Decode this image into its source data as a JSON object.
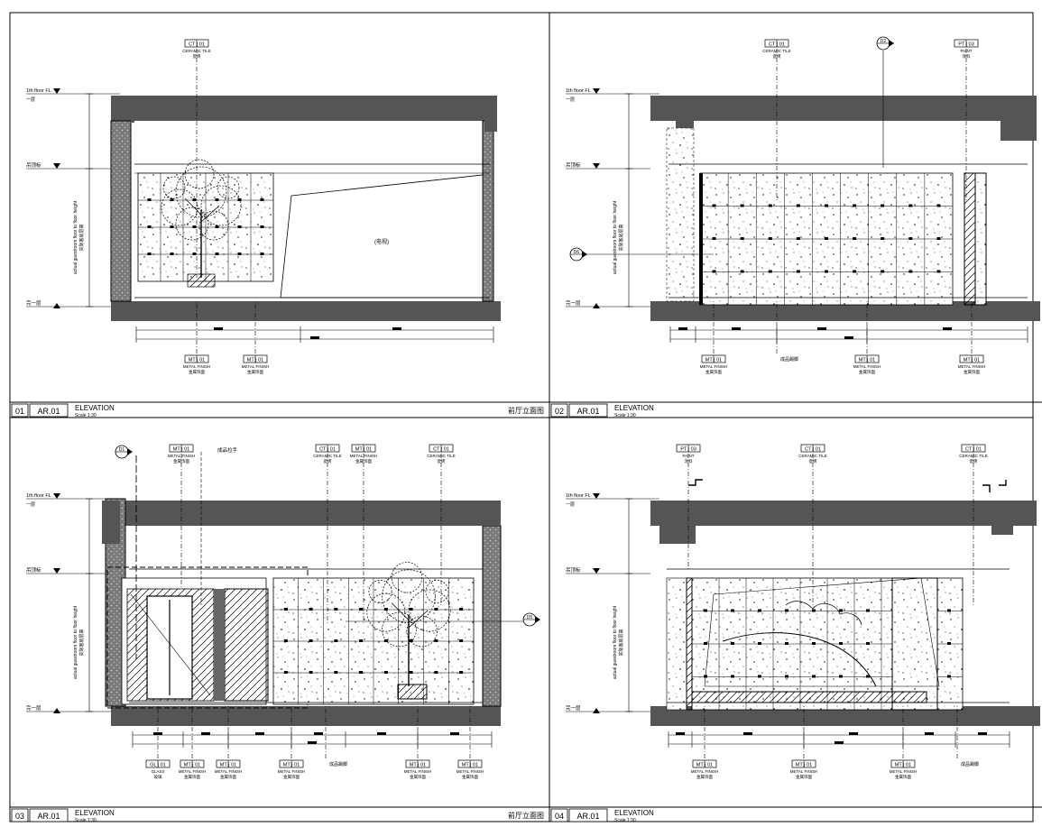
{
  "sheet": {
    "panels": [
      {
        "id": "panel-01",
        "number": "01",
        "sheet_ref": "AR.01",
        "title": "ELEVATION",
        "scale_label": "Scale 1:30",
        "cn_title": "前厅立面图",
        "level_top": "1th floor FL",
        "level_top_cn": "一层",
        "level_ceiling": "吊顶标",
        "level_floor": "完一层",
        "side_note": "actual guestroom floor to floor height",
        "side_note_cn": "实际客房层高",
        "wall_label": "(电视)",
        "tags_top": [
          {
            "code": "CT | 01",
            "desc": "CERAMIC TILE",
            "desc_cn": "瓷砖"
          }
        ],
        "tags_bottom": [
          {
            "code": "MT | 01",
            "desc": "METAL FINISH",
            "desc_cn": "金属饰面"
          },
          {
            "code": "MT | 01",
            "desc": "METAL FINISH",
            "desc_cn": "金属饰面"
          }
        ]
      },
      {
        "id": "panel-02",
        "number": "02",
        "sheet_ref": "AR.01",
        "title": "ELEVATION",
        "scale_label": "Scale 1:30",
        "cn_title": "前厅立面图",
        "level_top": "1th floor FL",
        "level_top_cn": "一层",
        "level_ceiling": "吊顶标",
        "level_floor": "完一层",
        "side_note": "actual guestroom floor to floor height",
        "side_note_cn": "实际客房层高",
        "section_marker_top": "D2",
        "section_marker_left": "D6",
        "tags_top": [
          {
            "code": "CT | 01",
            "desc": "CERAMIC TILE",
            "desc_cn": "瓷砖"
          },
          {
            "code": "PT | 03",
            "desc": "PAINT",
            "desc_cn": "涂料"
          }
        ],
        "tags_bottom": [
          {
            "code": "MT | 01",
            "desc": "METAL FINISH",
            "desc_cn": "金属饰面"
          },
          {
            "code": "",
            "desc": "",
            "desc_cn": "成品踢脚"
          },
          {
            "code": "MT | 01",
            "desc": "METAL FINISH",
            "desc_cn": "金属饰面"
          },
          {
            "code": "MT | 01",
            "desc": "METAL FINISH",
            "desc_cn": "金属饰面"
          }
        ]
      },
      {
        "id": "panel-03",
        "number": "03",
        "sheet_ref": "AR.01",
        "title": "ELEVATION",
        "scale_label": "Scale 1:30",
        "cn_title": "前厅立面图",
        "level_top": "1th floor FL",
        "level_top_cn": "一层",
        "level_ceiling": "吊顶标",
        "level_floor": "完一层",
        "side_note": "actual guestroom floor to floor height",
        "side_note_cn": "实际客房层高",
        "section_marker_top": "D1",
        "section_marker_right": "D5",
        "door_note": "成品拉手",
        "tags_top": [
          {
            "code": "MT | 01",
            "desc": "METAL FINISH",
            "desc_cn": "金属饰面"
          },
          {
            "code": "CT | 01",
            "desc": "CERAMIC TILE",
            "desc_cn": "瓷砖"
          },
          {
            "code": "MT | 01",
            "desc": "METAL FINISH",
            "desc_cn": "金属饰面"
          },
          {
            "code": "CT | 01",
            "desc": "CERAMIC TILE",
            "desc_cn": "瓷砖"
          }
        ],
        "tags_bottom": [
          {
            "code": "GL | 01",
            "desc": "GLASS",
            "desc_cn": "玻璃"
          },
          {
            "code": "MT | 01",
            "desc": "METAL FINISH",
            "desc_cn": "金属饰面"
          },
          {
            "code": "MT | 01",
            "desc": "METAL FINISH",
            "desc_cn": "金属饰面"
          },
          {
            "code": "MT | 01",
            "desc": "METAL FINISH",
            "desc_cn": "金属饰面"
          },
          {
            "code": "",
            "desc": "",
            "desc_cn": "成品踢脚"
          },
          {
            "code": "MT | 01",
            "desc": "METAL FINISH",
            "desc_cn": "金属饰面"
          },
          {
            "code": "MT | 01",
            "desc": "METAL FINISH",
            "desc_cn": "金属饰面"
          }
        ]
      },
      {
        "id": "panel-04",
        "number": "04",
        "sheet_ref": "AR.01",
        "title": "ELEVATION",
        "scale_label": "Scale 1:30",
        "cn_title": "前厅立面图",
        "level_top": "1th floor FL",
        "level_top_cn": "一层",
        "level_ceiling": "吊顶标",
        "level_floor": "完一层",
        "side_note": "actual guestroom floor to floor height",
        "side_note_cn": "实际客房层高",
        "tags_top": [
          {
            "code": "PT | 03",
            "desc": "PAINT",
            "desc_cn": "涂料"
          },
          {
            "code": "CT | 01",
            "desc": "CERAMIC TILE",
            "desc_cn": "瓷砖"
          },
          {
            "code": "CT | 01",
            "desc": "CERAMIC TILE",
            "desc_cn": "瓷砖"
          }
        ],
        "tags_bottom": [
          {
            "code": "MT | 01",
            "desc": "METAL FINISH",
            "desc_cn": "金属饰面"
          },
          {
            "code": "MT | 01",
            "desc": "METAL FINISH",
            "desc_cn": "金属饰面"
          },
          {
            "code": "MT | 01",
            "desc": "METAL FINISH",
            "desc_cn": "金属饰面"
          },
          {
            "code": "",
            "desc": "",
            "desc_cn": "成品踢脚"
          }
        ]
      }
    ]
  }
}
